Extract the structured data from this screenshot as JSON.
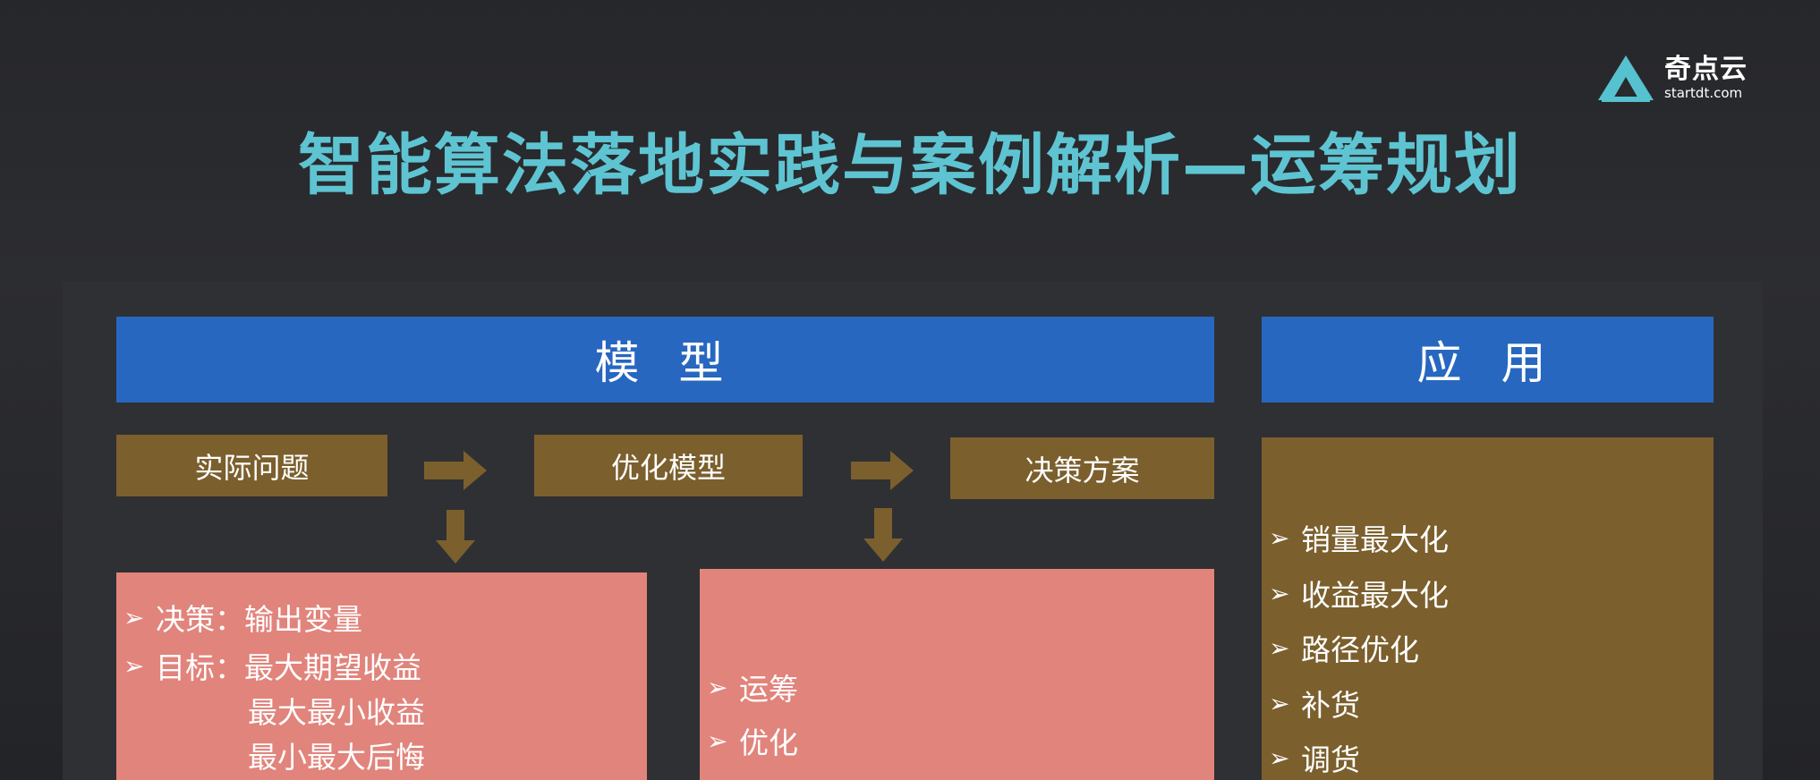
{
  "title": "智能算法落地实践与案例解析—运筹规划",
  "logo": {
    "cn": "奇点云",
    "en": "startdt.com"
  },
  "colors": {
    "title": "#5ec4d2",
    "header_blue": "#2767c0",
    "step_brown": "#7b5f2d",
    "box_pink": "#e1847c",
    "background": "#2a2b2e"
  },
  "headers": {
    "model": "模 型",
    "application": "应 用"
  },
  "steps": {
    "problem": "实际问题",
    "model": "优化模型",
    "decision": "决策方案"
  },
  "bullet_symbol": "➢",
  "left_box": {
    "lines": [
      {
        "bullet": true,
        "text": "决策：输出变量"
      },
      {
        "bullet": true,
        "text": "目标：最大期望收益"
      },
      {
        "bullet": false,
        "text": "最大最小收益"
      },
      {
        "bullet": false,
        "text": "最小最大后悔"
      }
    ]
  },
  "right_box": {
    "lines": [
      {
        "bullet": true,
        "text": "运筹"
      },
      {
        "bullet": true,
        "text": "优化"
      }
    ]
  },
  "application_list": [
    "销量最大化",
    "收益最大化",
    "路径优化",
    "补货",
    "调货"
  ]
}
